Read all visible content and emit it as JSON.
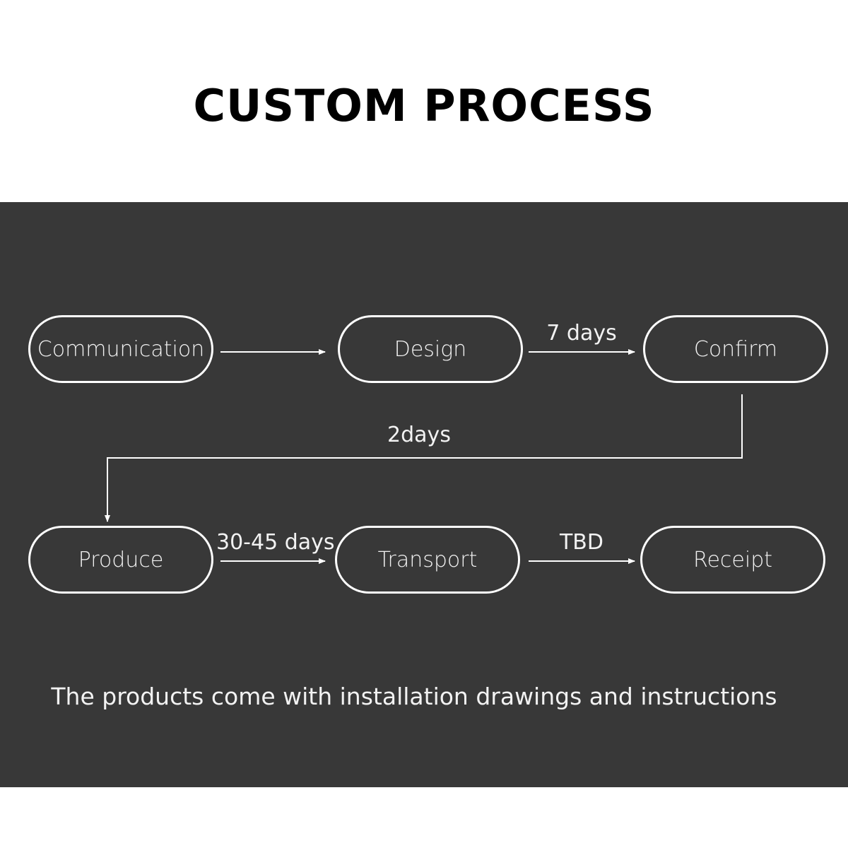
{
  "title": "CUSTOM PROCESS",
  "colors": {
    "panel_background": "#383838",
    "line": "#ffffff",
    "text": "#f2f2f2"
  },
  "nodes": {
    "communication": "Communication",
    "design": "Design",
    "confirm": "Confirm",
    "produce": "Produce",
    "transport": "Transport",
    "receipt": "Receipt"
  },
  "edges": {
    "design_to_confirm": "7 days",
    "confirm_to_produce": "2days",
    "produce_to_transport": "30-45 days",
    "transport_to_receipt": "TBD"
  },
  "note": "The products come with installation drawings and instructions"
}
